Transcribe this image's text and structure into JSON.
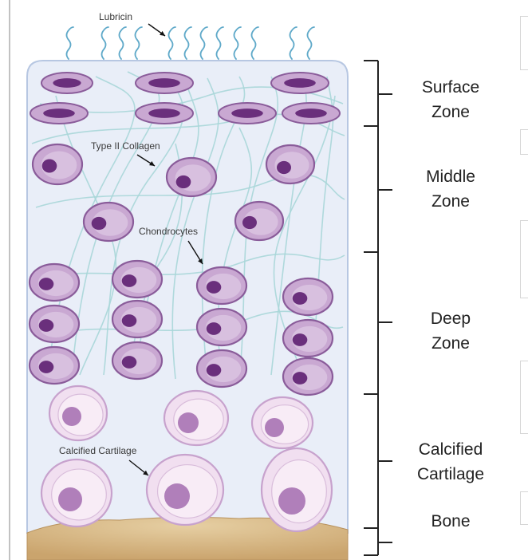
{
  "annotations": {
    "lubricin": "Lubricin",
    "collagen": "Type II Collagen",
    "chondrocytes": "Chondrocytes",
    "calcified": "Calcified Cartilage"
  },
  "zones": {
    "surface": [
      "Surface",
      "Zone"
    ],
    "middle": [
      "Middle",
      "Zone"
    ],
    "deep": [
      "Deep",
      "Zone"
    ],
    "calcified": [
      "Calcified",
      "Cartilage"
    ],
    "bone": [
      "Bone"
    ]
  },
  "colors": {
    "matrix": "#e9eef8",
    "matrix_border": "#b7c7e2",
    "fiber": "#a9d6d8",
    "lubricin": "#5fa9c9",
    "cell_fill": "#c9a8d2",
    "cell_border": "#8a5c9a",
    "cell_inner": "#e3d3ea",
    "nucleus": "#6a2f7c",
    "calcified_fill": "#f1dff0",
    "calcified_border": "#c7a2cd",
    "calcified_nucleus": "#b07fba",
    "bone": "#d7b98a",
    "bracket": "#222222"
  }
}
